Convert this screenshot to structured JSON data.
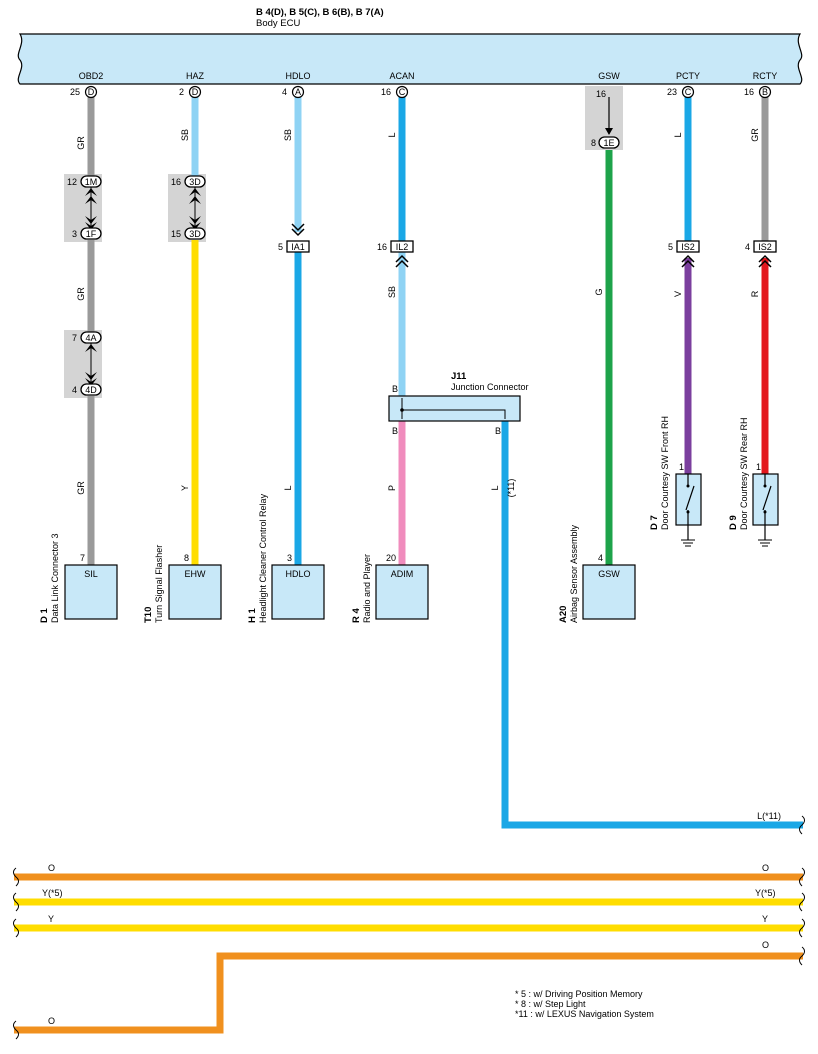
{
  "ecu": {
    "header_line1": "B 4(D), B 5(C), B 6(B), B 7(A)",
    "header_line2": "Body ECU",
    "terminals": [
      {
        "name": "OBD2",
        "pin": "25",
        "conn": "D"
      },
      {
        "name": "HAZ",
        "pin": "2",
        "conn": "D"
      },
      {
        "name": "HDLO",
        "pin": "4",
        "conn": "A"
      },
      {
        "name": "ACAN",
        "pin": "16",
        "conn": "C"
      },
      {
        "name": "GSW",
        "pin": "16",
        "conn": ""
      },
      {
        "name": "PCTY",
        "pin": "23",
        "conn": "C"
      },
      {
        "name": "RCTY",
        "pin": "16",
        "conn": "B"
      }
    ]
  },
  "colors": {
    "GR": "#9a9a9a",
    "SB": "#8fd3f4",
    "Y": "#ffdd00",
    "L": "#1aa7e6",
    "P": "#f08cbd",
    "G": "#1ea34a",
    "V": "#7b3f9e",
    "R": "#e3181e",
    "O": "#f0901e",
    "ecu_fill": "#c8e8f8"
  },
  "wires": {
    "obd2": {
      "upper": "GR",
      "middle": "GR",
      "lower": "GR"
    },
    "haz": {
      "upper": "SB",
      "lower": "Y"
    },
    "hdlo": {
      "upper": "SB",
      "lower": "L"
    },
    "acan": {
      "upper": "L",
      "middle": "SB",
      "lower": "P",
      "branch": "L",
      "branch_note": "(*11)",
      "branch_end": "L(*11)"
    },
    "gsw": {
      "lower": "G"
    },
    "pcty": {
      "upper": "L",
      "lower": "V"
    },
    "rcty": {
      "upper": "GR",
      "lower": "R"
    }
  },
  "inline_connectors": {
    "obd2_a_top": {
      "pin": "12",
      "conn": "1M"
    },
    "obd2_a_bot": {
      "pin": "3",
      "conn": "1F"
    },
    "obd2_b_top": {
      "pin": "7",
      "conn": "4A"
    },
    "obd2_b_bot": {
      "pin": "4",
      "conn": "4D"
    },
    "haz_top": {
      "pin": "16",
      "conn": "3D"
    },
    "haz_bot": {
      "pin": "15",
      "conn": "3D"
    },
    "hdlo": {
      "pin": "5",
      "conn": "IA1"
    },
    "acan": {
      "pin": "16",
      "conn": "IL2"
    },
    "gsw": {
      "pin": "8",
      "conn": "1E"
    },
    "pcty": {
      "pin": "5",
      "conn": "IS2"
    },
    "rcty": {
      "pin": "4",
      "conn": "IS2"
    }
  },
  "junction": {
    "code": "J11",
    "name": "Junction Connector",
    "pin_top": "B",
    "pin_bottom_left": "B",
    "pin_bottom_right": "B"
  },
  "components": [
    {
      "code": "D 1",
      "name": "Data Link Connector 3",
      "label": "SIL",
      "pin": "7"
    },
    {
      "code": "T10",
      "name": "Turn Signal Flasher",
      "label": "EHW",
      "pin": "8"
    },
    {
      "code": "H 1",
      "name": "Headlight Cleaner Control Relay",
      "label": "HDLO",
      "pin": "3"
    },
    {
      "code": "R 4",
      "name": "Radio and Player",
      "label": "ADIM",
      "pin": "20"
    },
    {
      "code": "A20",
      "name": "Airbag Sensor Assembly",
      "label": "GSW",
      "pin": "4"
    }
  ],
  "switches": [
    {
      "code": "D 7",
      "name": "Door Courtesy SW Front RH",
      "pin": "1"
    },
    {
      "code": "D 9",
      "name": "Door Courtesy SW Rear RH",
      "pin": "1"
    }
  ],
  "bottom_wires": {
    "w1_left": "O",
    "w1_right": "O",
    "w2_left": "Y(*5)",
    "w2_right": "Y(*5)",
    "w3_left": "Y",
    "w3_right": "Y",
    "w4_right": "O",
    "w4_left": "O"
  },
  "notes": [
    "* 5 : w/ Driving Position Memory",
    "* 8 : w/ Step Light",
    "*11 : w/ LEXUS Navigation System"
  ]
}
